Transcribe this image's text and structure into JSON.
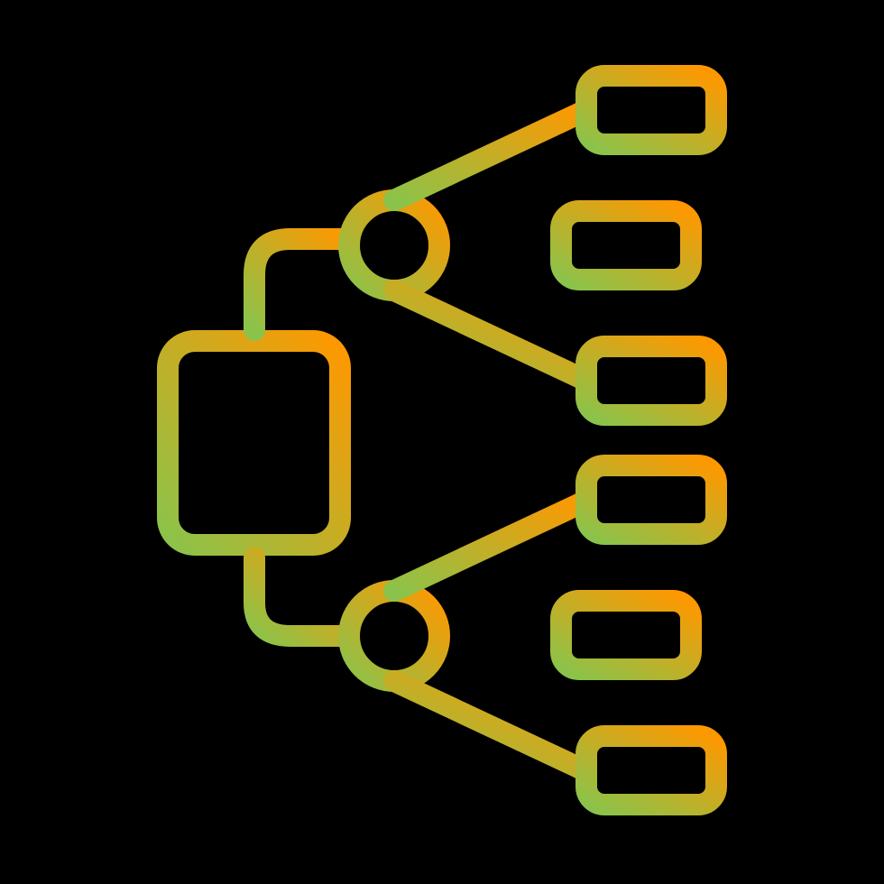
{
  "icon": {
    "name": "hierarchy-structure-icon",
    "background_color": "#000000",
    "gradient": {
      "start_color": "#8BC34A",
      "end_color": "#FF9800"
    }
  },
  "diagram": {
    "root": "root-node",
    "branches": [
      {
        "hub": "hub-top",
        "leaves": [
          "leaf-1",
          "leaf-2",
          "leaf-3"
        ]
      },
      {
        "hub": "hub-bottom",
        "leaves": [
          "leaf-4",
          "leaf-5",
          "leaf-6"
        ]
      }
    ]
  }
}
